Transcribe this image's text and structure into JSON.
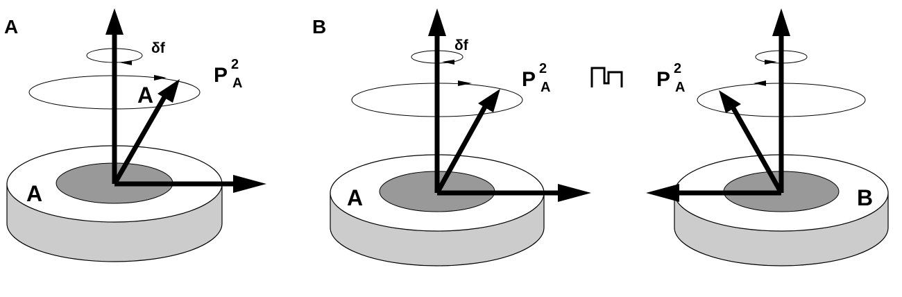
{
  "panels": [
    {
      "panel_label": "A",
      "disk_label": "A",
      "vector_label": "A",
      "offset_label": "δf",
      "polarization": {
        "base": "P",
        "sup": "2",
        "sub": "A"
      }
    },
    {
      "panel_label": "B",
      "left_disk_label": "A",
      "right_disk_label": "B",
      "offset_label": "δf",
      "polarization_left": {
        "base": "P",
        "sup": "2",
        "sub": "A"
      },
      "polarization_right": {
        "base": "P",
        "sup": "2",
        "sub": "A"
      }
    }
  ],
  "colors": {
    "stroke": "#000000",
    "disk_top": "#ffffff",
    "disk_side": "#cccccc",
    "disk_core": "#999999",
    "background": "#ffffff"
  },
  "icons": [
    "pulse-sequence-icon"
  ]
}
